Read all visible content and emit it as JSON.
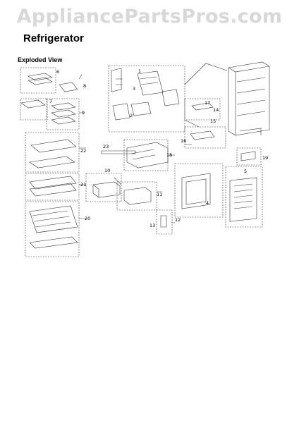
{
  "watermark": "AppliancePartsPros.com",
  "page": {
    "title": "Refrigerator",
    "subtitle": "Exploded View"
  },
  "callouts": {
    "c1": "1",
    "c2": "2",
    "c3": "3",
    "c4": "4",
    "c5": "5",
    "c6": "6",
    "c7": "7",
    "c8": "8",
    "c9": "9",
    "c10": "10",
    "c11": "11",
    "c12": "12",
    "c13": "13",
    "c14": "14",
    "c15": "15",
    "c16": "16",
    "c17": "17",
    "c18": "18",
    "c19": "19",
    "c20": "20",
    "c21": "21",
    "c22": "22",
    "c23": "23"
  }
}
